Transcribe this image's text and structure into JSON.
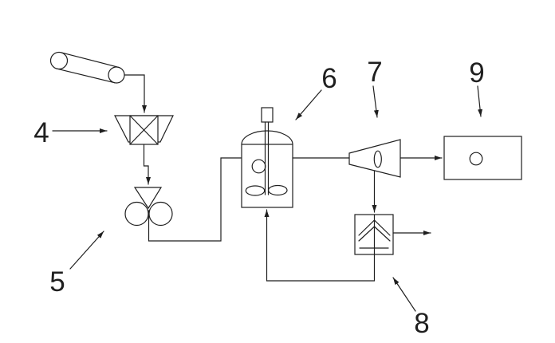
{
  "figure": {
    "type": "process-flow-diagram",
    "background": "#ffffff",
    "line_color": "#1f1f1f",
    "labels": {
      "crusher": "4",
      "roller_press": "5",
      "stirred_tank": "6",
      "fan": "7",
      "separator": "8",
      "collector": "9"
    }
  }
}
